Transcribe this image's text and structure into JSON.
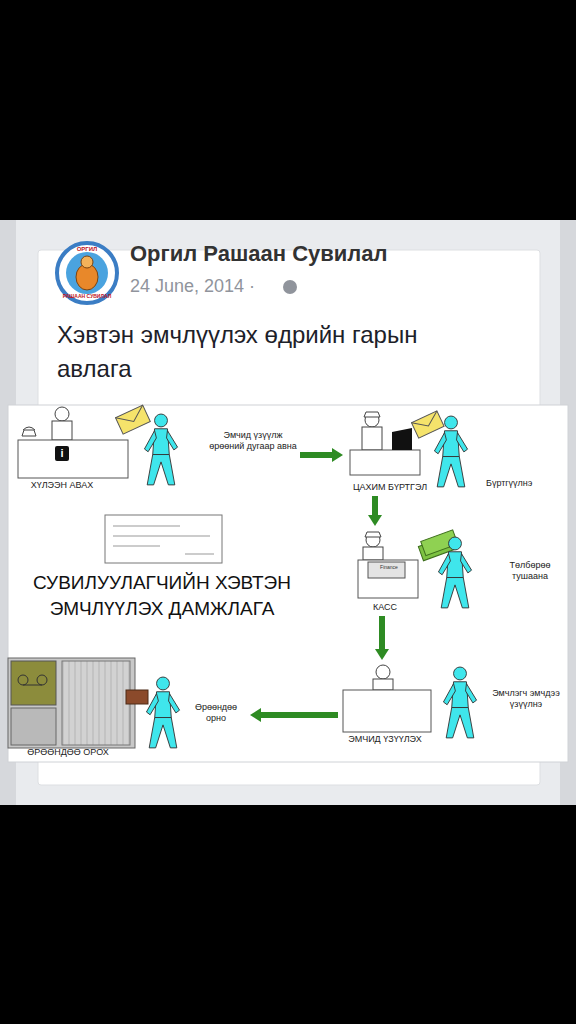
{
  "diagram": {
    "title": "СУВИЛУУЛАГЧИЙН ХЭВТЭН ЭМЧЛҮҮЛЭХ ДАМЖЛАГА",
    "nodes": [
      {
        "text": [
          "ХҮЛЭЭН АВАХ"
        ]
      },
      {
        "text": [
          "ЦАХИМ БҮРТГЭЛ"
        ]
      },
      {
        "text": [
          "КАСС"
        ]
      },
      {
        "text": [
          "ЭМЧИД ҮЗҮҮЛЭХ"
        ]
      },
      {
        "text": [
          "ӨРӨӨНДӨӨ ОРОХ"
        ]
      }
    ],
    "edges": [
      {
        "from": 0,
        "to": 1,
        "label": "Эмчид үзүүлж өрөөний дугаар авна",
        "arrow": "to"
      },
      {
        "from": 1,
        "to": 2,
        "arrow": "to"
      },
      {
        "from": 2,
        "to": 3,
        "arrow": "to"
      },
      {
        "from": 3,
        "to": 4,
        "arrow": "to"
      }
    ],
    "labels": [
      "ОРГИЛ",
      "РАШААН СУВИЛАЛ",
      "Оргил Рашаан Сувилал",
      "24 June, 2014 ·",
      "Хэвтэн эмчлүүлэх өдрийн гарын авлага",
      "i",
      "Бүртгүүлнэ",
      "Finance",
      "Төлбөрөө тушаана",
      "Эмчлэгч эмчдээ үзүүлнэ",
      "Өрөөндөө орно"
    ]
  }
}
